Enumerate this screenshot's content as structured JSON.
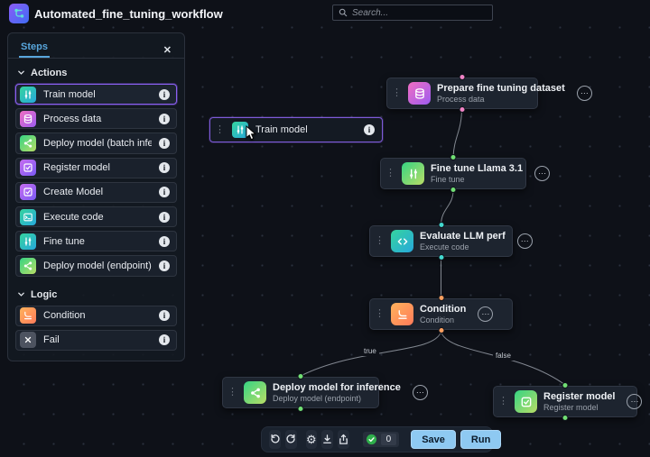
{
  "header": {
    "title": "Automated_fine_tuning_workflow",
    "search_placeholder": "Search..."
  },
  "icons": {
    "close": "✕",
    "handle": "⋮",
    "menu": "⋯",
    "info": "i",
    "gear": "⚙"
  },
  "panel": {
    "tab": "Steps",
    "sections": [
      {
        "label": "Actions",
        "items": [
          {
            "label": "Train model",
            "icon": "sliders-icon",
            "selected": true
          },
          {
            "label": "Process data",
            "icon": "database-icon"
          },
          {
            "label": "Deploy model (batch inference)",
            "icon": "share-icon"
          },
          {
            "label": "Register model",
            "icon": "checkbox-icon"
          },
          {
            "label": "Create Model",
            "icon": "checkbox-icon"
          },
          {
            "label": "Execute code",
            "icon": "terminal-icon"
          },
          {
            "label": "Fine tune",
            "icon": "sliders-icon"
          },
          {
            "label": "Deploy model (endpoint)",
            "icon": "share-icon"
          }
        ]
      },
      {
        "label": "Logic",
        "items": [
          {
            "label": "Condition",
            "icon": "branch-icon"
          },
          {
            "label": "Fail",
            "icon": "x-icon"
          }
        ]
      }
    ]
  },
  "canvas": {
    "drag_item": {
      "label": "Train model",
      "icon": "sliders-icon"
    },
    "nodes": [
      {
        "title": "Prepare fine tuning dataset",
        "subtitle": "Process data",
        "icon": "database-icon",
        "accent": "#ef83c5"
      },
      {
        "title": "Fine tune Llama 3.1",
        "subtitle": "Fine tune",
        "icon": "sliders-icon",
        "accent": "#71df74"
      },
      {
        "title": "Evaluate LLM perf",
        "subtitle": "Execute code",
        "icon": "code-icon",
        "accent": "#43d8cf"
      },
      {
        "title": "Condition",
        "subtitle": "Condition",
        "icon": "branch-icon",
        "accent": "#ff9f5f"
      },
      {
        "title": "Deploy model for inference",
        "subtitle": "Deploy model (endpoint)",
        "icon": "share-icon",
        "accent": "#71df74"
      },
      {
        "title": "Register model",
        "subtitle": "Register model",
        "icon": "check-icon",
        "accent": "#71df74"
      }
    ],
    "edge_labels": {
      "true_label": "true",
      "false_label": "false"
    }
  },
  "toolbar": {
    "validation_count": "0",
    "save_label": "Save",
    "run_label": "Run"
  },
  "colors": {
    "background": "#0e1118",
    "panel": "#131921",
    "node": "#1d242f",
    "tab_blue": "#58a6dc",
    "selection_purple": "#8a5ff0",
    "button_blue": "#8ec9f2",
    "edge": "#8f959e",
    "port_pink": "#ef83c5",
    "port_green": "#71df74",
    "port_teal": "#43d8cf",
    "port_orange": "#ff9f5f",
    "check_green": "#2fae4b"
  }
}
